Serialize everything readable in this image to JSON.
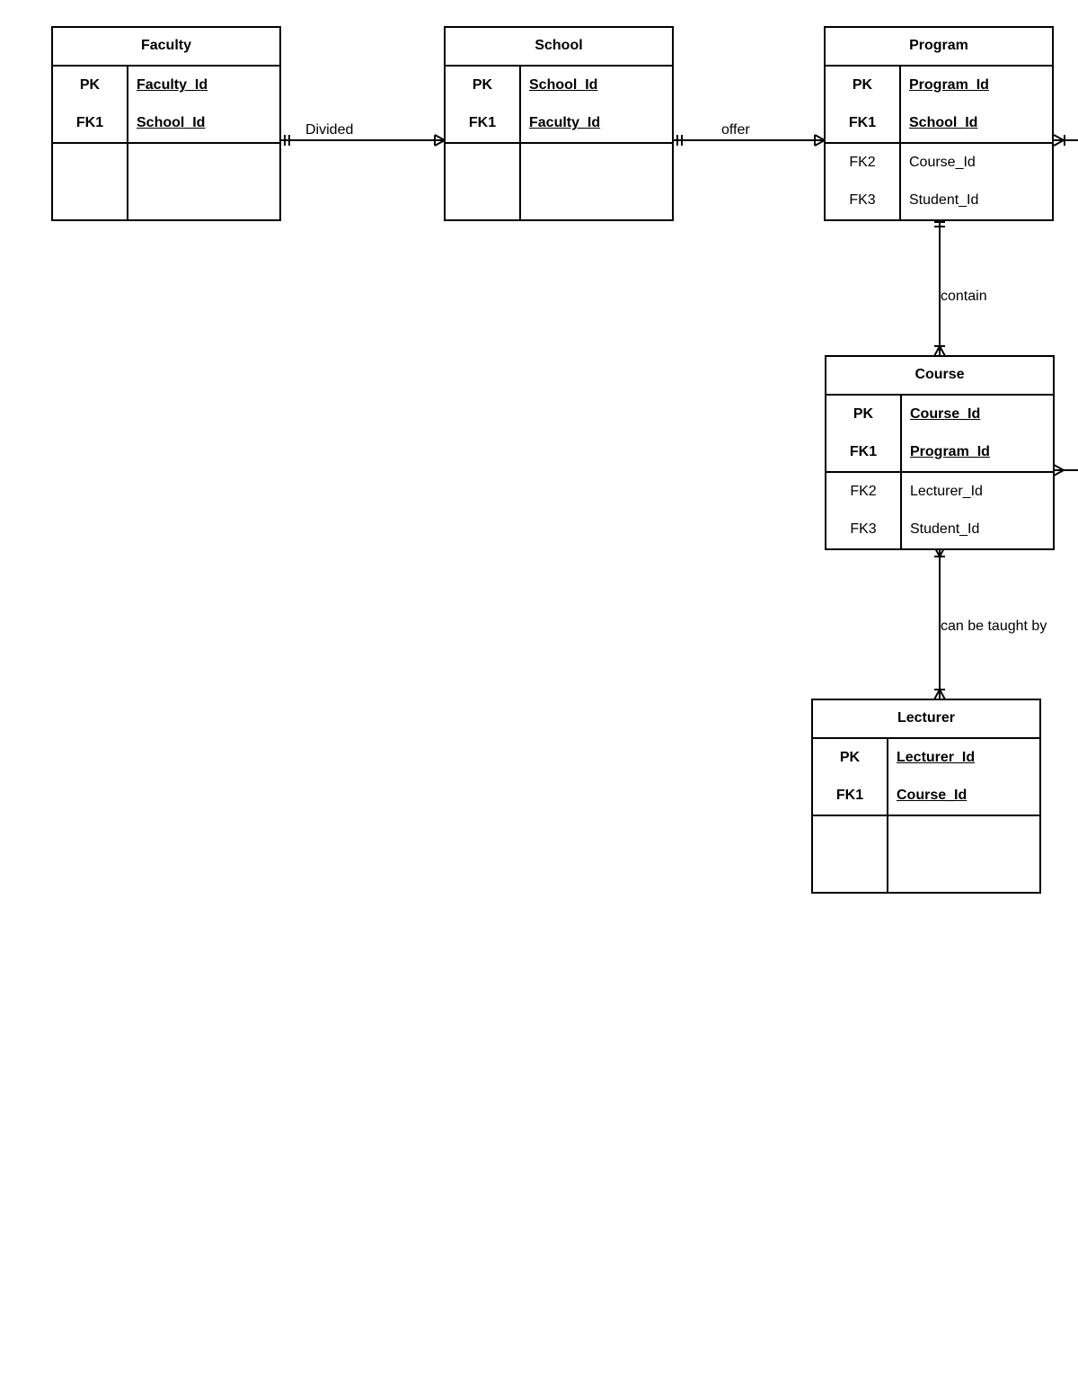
{
  "entities": {
    "faculty": {
      "name": "Faculty",
      "keys": [
        {
          "key": "PK",
          "attr": "Faculty_Id"
        },
        {
          "key": "FK1",
          "attr": "School_Id"
        }
      ],
      "fields": []
    },
    "school": {
      "name": "School",
      "keys": [
        {
          "key": "PK",
          "attr": "School_Id"
        },
        {
          "key": "FK1",
          "attr": "Faculty_Id"
        }
      ],
      "fields": []
    },
    "program": {
      "name": "Program",
      "keys": [
        {
          "key": "PK",
          "attr": "Program_Id"
        },
        {
          "key": "FK1",
          "attr": "School_Id"
        }
      ],
      "fields": [
        {
          "key": "FK2",
          "attr": "Course_Id"
        },
        {
          "key": "FK3",
          "attr": "Student_Id"
        }
      ]
    },
    "course": {
      "name": "Course",
      "keys": [
        {
          "key": "PK",
          "attr": "Course_Id"
        },
        {
          "key": "FK1",
          "attr": "Program_Id"
        }
      ],
      "fields": [
        {
          "key": "FK2",
          "attr": "Lecturer_Id"
        },
        {
          "key": "FK3",
          "attr": "Student_Id"
        }
      ]
    },
    "lecturer": {
      "name": "Lecturer",
      "keys": [
        {
          "key": "PK",
          "attr": "Lecturer_Id"
        },
        {
          "key": "FK1",
          "attr": "Course_Id"
        }
      ],
      "fields": []
    }
  },
  "relationships": {
    "divided": {
      "label": "Divided",
      "from": "Faculty",
      "to": "School",
      "from_cardinality": "one-and-only-one",
      "to_cardinality": "one-or-many"
    },
    "offer": {
      "label": "offer",
      "from": "School",
      "to": "Program",
      "from_cardinality": "one-and-only-one",
      "to_cardinality": "one-or-many"
    },
    "contain": {
      "label": "contain",
      "from": "Program",
      "to": "Course",
      "from_cardinality": "one-and-only-one",
      "to_cardinality": "one-or-many"
    },
    "taught": {
      "label": "can be taught by",
      "from": "Course",
      "to": "Lecturer",
      "from_cardinality": "one-or-many",
      "to_cardinality": "one-or-many"
    }
  }
}
